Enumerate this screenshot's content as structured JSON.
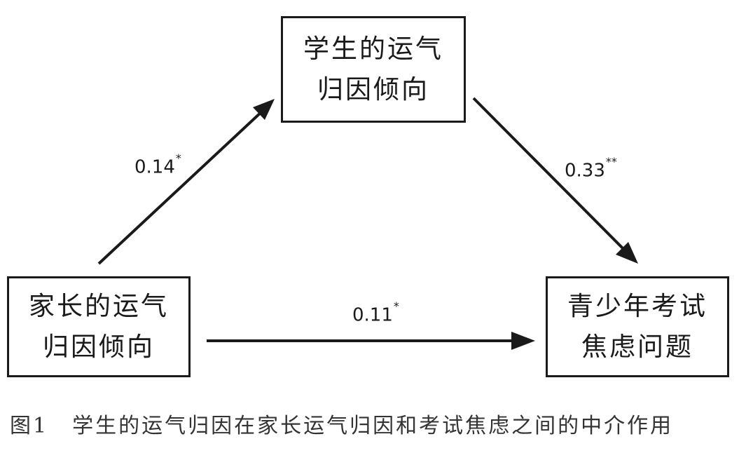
{
  "diagram": {
    "nodes": {
      "mediator": {
        "line1": "学生的运气",
        "line2": "归因倾向"
      },
      "parent": {
        "line1": "家长的运气",
        "line2": "归因倾向"
      },
      "outcome": {
        "line1": "青少年考试",
        "line2": "焦虑问题"
      }
    },
    "paths": {
      "parent_to_mediator": {
        "coefficient": "0.14",
        "significance": "*"
      },
      "mediator_to_outcome": {
        "coefficient": "0.33",
        "significance": "**"
      },
      "parent_to_outcome": {
        "coefficient": "0.11",
        "significance": "*"
      }
    },
    "colors": {
      "ink": "#1a1a1a",
      "caption": "#333333"
    }
  },
  "caption": {
    "figure_number": "图1",
    "text": "学生的运气归因在家长运气归因和考试焦虑之间的中介作用"
  }
}
